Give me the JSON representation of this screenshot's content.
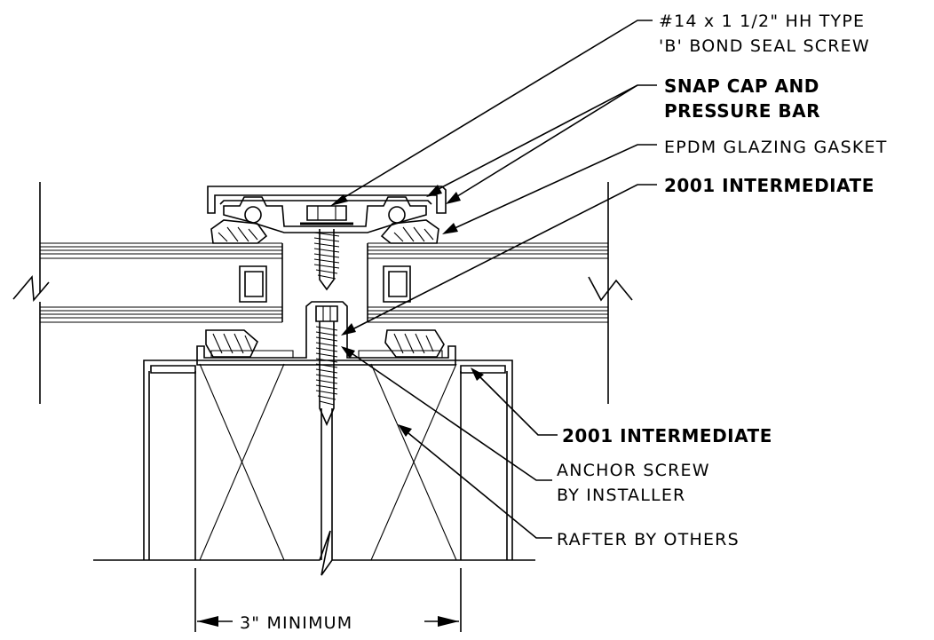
{
  "callouts": {
    "screw_line1": "#14 x 1 1/2\" HH TYPE",
    "screw_line2": "'B' BOND SEAL SCREW",
    "snap_cap_line1": "SNAP CAP AND",
    "snap_cap_line2": "PRESSURE BAR",
    "gasket": "EPDM GLAZING GASKET",
    "intermediate_top": "2001 INTERMEDIATE",
    "intermediate_right": "2001 INTERMEDIATE",
    "anchor_line1": "ANCHOR SCREW",
    "anchor_line2": "BY INSTALLER",
    "rafter": "RAFTER BY OTHERS"
  },
  "dimension": {
    "label": "3\" MINIMUM"
  }
}
